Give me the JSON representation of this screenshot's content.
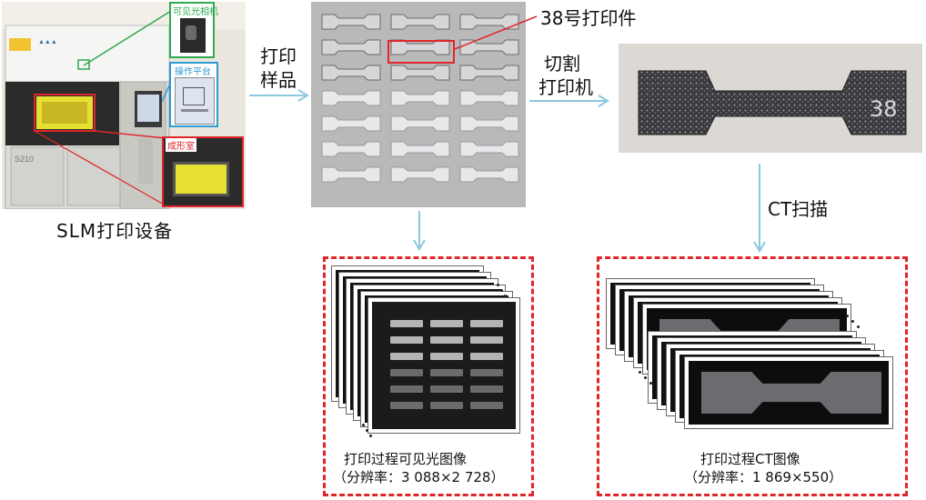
{
  "equipment": {
    "caption": "SLM打印设备",
    "camera_label": "可见光相机",
    "panel_label": "操作平台",
    "chamber_label": "成形室",
    "machine_model": "S210"
  },
  "arrows": {
    "print_samples": [
      "打印",
      "样品"
    ],
    "cut_machine": [
      "切割",
      "打印机"
    ],
    "ct_scan": "CT扫描"
  },
  "specimen_callout": "38号打印件",
  "specimen_number": "38",
  "visible_stack": {
    "title": "打印过程可见光图像",
    "resolution": "（分辨率：3 088×2 728）"
  },
  "ct_stack": {
    "title": "打印过程CT图像",
    "resolution": "（分辨率：1 869×550）"
  },
  "colors": {
    "arrow": "#8cc8de",
    "dash_box": "#e0262b",
    "camera_box": "#2fa84f",
    "panel_box": "#2d9ad6",
    "chamber_box": "#e0262b"
  }
}
